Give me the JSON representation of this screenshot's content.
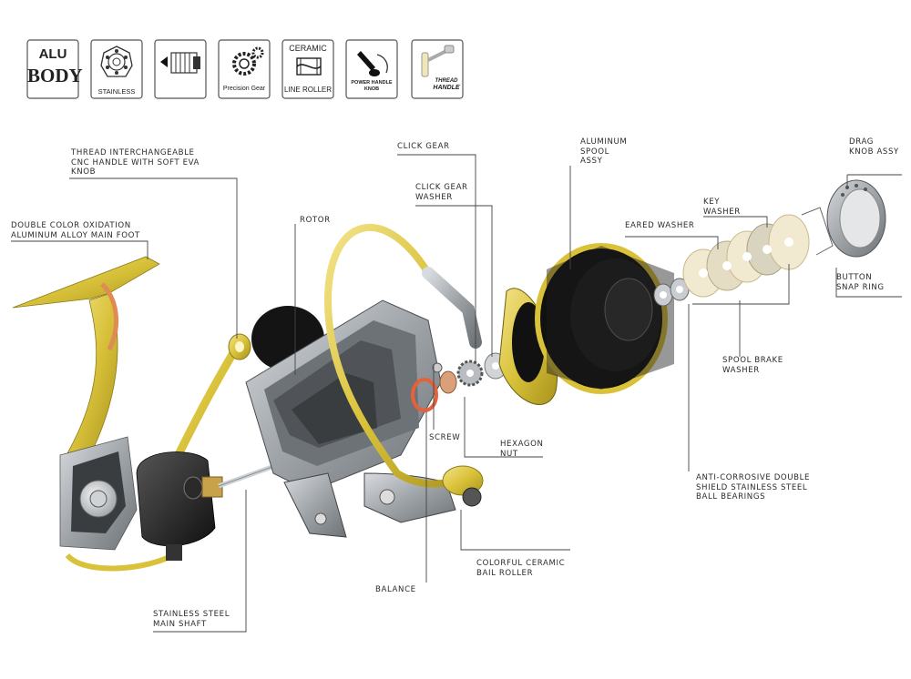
{
  "badges": [
    {
      "icon": "alu-body-icon",
      "line1": "ALU",
      "line2": "BODY"
    },
    {
      "icon": "stainless-bearing-icon",
      "text": "STAINLESS"
    },
    {
      "icon": "infinite-anti-reverse-icon"
    },
    {
      "icon": "precision-gear-icon",
      "text": "Precision Gear"
    },
    {
      "icon": "ceramic-line-roller-icon",
      "line1": "CERAMIC",
      "line2": "LINE ROLLER"
    },
    {
      "icon": "power-handle-knob-icon",
      "line1": "POWER HANDLE",
      "line2": "KNOB"
    },
    {
      "icon": "thread-handle-icon",
      "line1": "THREAD",
      "line2": "HANDLE"
    }
  ],
  "labels": {
    "thread_handle": "THREAD INTERCHANGEABLE\nCNC HANDLE WITH SOFT EVA\nKNOB",
    "main_foot": "DOUBLE COLOR OXIDATION\nALUMINUM ALLOY MAIN FOOT",
    "rotor": "ROTOR",
    "click_gear": "CLICK GEAR",
    "click_gear_washer": "CLICK GEAR\nWASHER",
    "aluminum_spool": "ALUMINUM\nSPOOL\nASSY",
    "drag_knob": "DRAG\nKNOB ASSY",
    "key_washer": "KEY\nWASHER",
    "eared_washer": "EARED WASHER",
    "button_snap_ring": "BUTTON\nSNAP RING",
    "spool_brake_washer": "SPOOL BRAKE\nWASHER",
    "screw": "SCREW",
    "hexagon_nut": "HEXAGON\nNUT",
    "ball_bearings": "ANTI-CORROSIVE DOUBLE\nSHIELD STAINLESS STEEL\nBALL BEARINGS",
    "bail_roller": "COLORFUL CERAMIC\nBAIL ROLLER",
    "balance": "BALANCE",
    "main_shaft": "STAINLESS STEEL\nMAIN SHAFT"
  },
  "colors": {
    "gold": "#d9c23a",
    "gold_dark": "#a8921c",
    "gunmetal": "#8a8f94",
    "silver": "#c9ccd0",
    "black": "#1c1c1c",
    "orange": "#e8603a"
  }
}
